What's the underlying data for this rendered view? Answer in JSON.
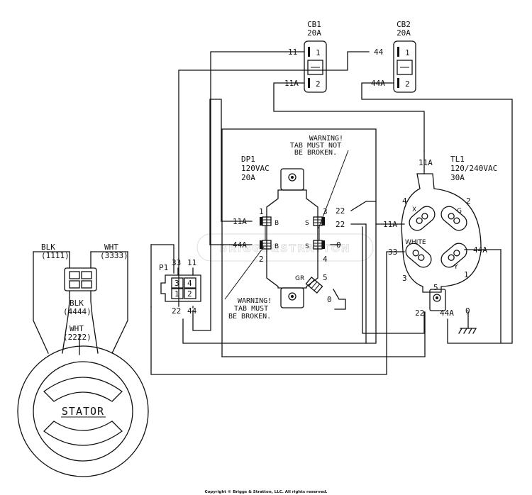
{
  "cb1": {
    "name": "CB1",
    "rating": "20A",
    "t1": "1",
    "t2": "2",
    "w1": "11",
    "w2": "11A"
  },
  "cb2": {
    "name": "CB2",
    "rating": "20A",
    "t1": "1",
    "t2": "2",
    "w1": "44",
    "w2": "44A"
  },
  "dp1": {
    "name": "DP1",
    "voltage": "120VAC",
    "rating": "20A",
    "pin1": "1",
    "pin2": "2",
    "pin3": "3",
    "pin4": "4",
    "pin5": "5",
    "label_b1": "B",
    "label_b2": "B",
    "label_s1": "S",
    "label_s2": "S",
    "label_gr": "GR",
    "w_11a": "11A",
    "w_44a": "44A",
    "w_22a": "22",
    "w_22b": "22",
    "w_0a": "0",
    "w_0b": "0",
    "warning_top": [
      "WARNING!",
      "TAB MUST NOT",
      "BE BROKEN."
    ],
    "warning_bottom": [
      "WARNING!",
      "TAB MUST",
      "BE BROKEN."
    ]
  },
  "tl1": {
    "name": "TL1",
    "voltage": "120/240VAC",
    "rating": "30A",
    "w_11a_top": "11A",
    "w_11a": "11A",
    "w_33": "33",
    "w_44a": "44A",
    "w_22": "22",
    "w_44a_bottom": "44A",
    "w_0": "0",
    "n2": "2",
    "n4": "4",
    "n3": "3",
    "n1": "1",
    "n5": "5",
    "x": "X",
    "g": "G",
    "white": "WHITE",
    "y": "Y"
  },
  "p1": {
    "name": "P1",
    "w33": "33",
    "w11": "11",
    "w22": "22",
    "w44": "44",
    "c3": "3",
    "c4": "4",
    "c1": "1",
    "c2": "2"
  },
  "stator": {
    "label": "STATOR",
    "blk_top": "BLK",
    "blk_top_code": "(1111)",
    "wht_top": "WHT",
    "wht_top_code": "(3333)",
    "blk_mid": "BLK",
    "blk_mid_code": "(4444)",
    "wht_mid": "WHT",
    "wht_mid_code": "(2222)"
  },
  "watermark": "BRIGGS&STRATTON",
  "copyright": "Copyright © Briggs & Stratton, LLC. All rights reserved."
}
